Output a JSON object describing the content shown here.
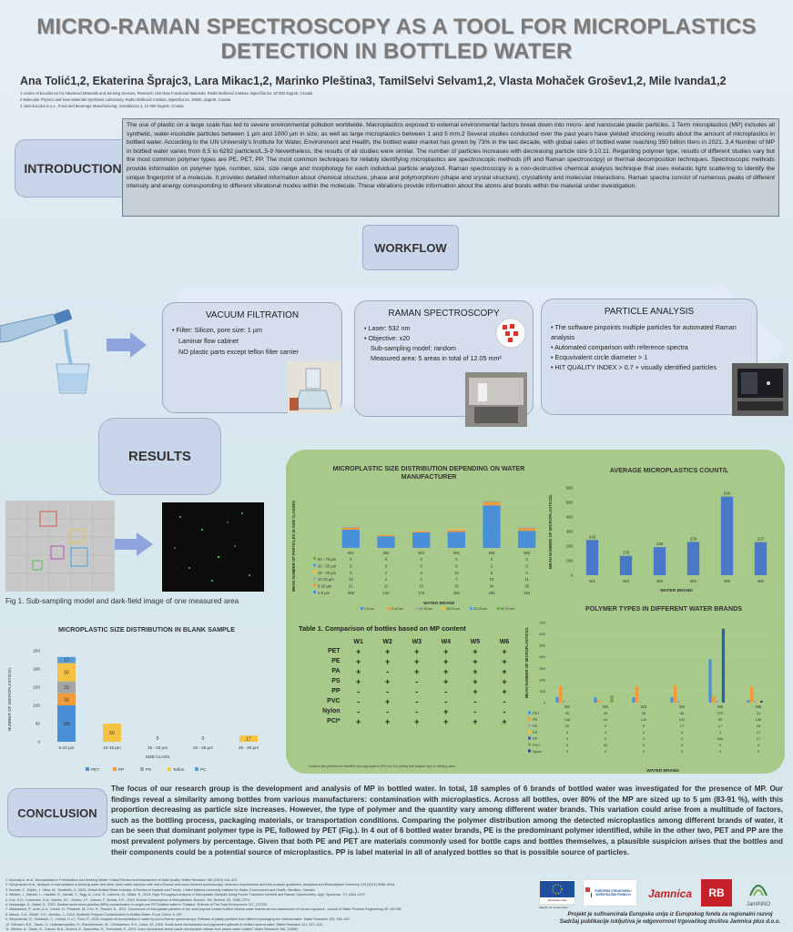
{
  "header": {
    "title_line1": "MICRO-RAMAN SPECTROSCOPY AS A TOOL FOR MICROPLASTICS",
    "title_line2": "DETECTION IN BOTTLED WATER",
    "authors": "Ana Tolić1,2, Ekaterina Šprajc3, Lara Mikac1,2, Marinko Pleština3, TamilSelvi Selvam1,2, Vlasta Mohaček Grošev1,2, Mile Ivanda1,2",
    "affiliations": [
      "1 Center of Excellence for Advanced Materials and Sensing Devices, Research Unit New Functional Materials, Ruđer Bošković Institute, Bijenička 54, 10 000 Zagreb, Croatia",
      "2 Molecular Physics and New Materials Synthesis Laboratory, Ruđer Bošković Institute, Bijenička 54, 10000, Zagreb, Croatia",
      "3 Jamnica plus d.o.o., Food and Beverage Manufacturing, Getaldićeva 3, 10 000 Zagreb, Croatia"
    ]
  },
  "sections": {
    "introduction": "INTRODUCTION",
    "workflow": "WORKFLOW",
    "results": "RESULTS",
    "conclusion": "CONCLUSION"
  },
  "introduction_text": "The use of plastic on a large scale has led to severe environmental pollution worldwide. Macroplastics exposed to external environmental factors break down into micro- and nanoscale plastic particles. 1 Term microplastics (MP) includes all synthetic, water-insoluble particles between 1 µm and 1000 µm in size, as well as large microplastics between 1 and 5 mm.2 Several studies conducted over the past years have yielded shocking results about the amount of microplastics in bottled water. According to the UN University's Institute for Water, Environment and Health, the bottled water market has grown by 73% in the last decade, with global sales of bottled water reaching 350 billion liters in 2021. 3,4 Number of MP in bottled water varies from 8.5 to 6292 particles/L.5-9 Nevertheless, the results of all studies were similar. The number of particles increases with decreasing particle size 9,10,11. Regarding polymer type, results of different studies vary but the most common polymer types are PE, PET, PP. The most common techniques for reliably identifying microplastics are spectroscopic methods (IR and Raman spectroscopy) or thermal decomposition techniques. Spectroscopic methods provide information on polymer type, number, size, size range and morphology for each individual particle analyzed. Raman spectroscopy is a non-destructive chemical analysis technique that uses inelastic light scattering to identify the unique fingerprint of a molecule. It provides detailed information about chemical structure, phase and polymorphism (shape and crystal structure), crystallinity and molecular interactions. Raman spectra consist of numerous peaks of different intensity and energy corresponding to different vibrational modes within the molecule. These vibrations provide information about the atoms and bonds within the material under investigation.",
  "workflow": {
    "vacuum": {
      "title": "VACUUM FILTRATION",
      "items": [
        "Filter: Silicon, pore size: 1 µm",
        "Laminar flow cabinet",
        "NO plastic parts except teflon filter carrier"
      ]
    },
    "raman": {
      "title": "RAMAN SPECTROSCOPY",
      "items": [
        "Laser: 532 nm",
        "Objective: x20",
        "Sub-sampling model: random",
        "Measured area: 5 areas in total of 12.05 mm²"
      ]
    },
    "particle": {
      "title": "PARTICLE ANALYSIS",
      "items": [
        "The software pinpoints multiple particles for automated Raman analysis",
        "Automated comparison with reference spectra",
        "Ecquvivalent circle diameter > 1",
        "HIT QUALITY INDEX > 0.7 + visually identified particles"
      ]
    }
  },
  "fig1_caption": "Fig 1. Sub-sampling model and dark-field image of one measured area",
  "chart_data": [
    {
      "type": "bar",
      "title": "MICROPLASTIC SIZE DISTRIBUTION DEPENDING ON WATER MANUFACTURER",
      "xlabel": "WATER BRAND",
      "ylabel": "MEAN NUMBER OF PARTICLES IN SIZE CLASSES",
      "categories": [
        "W1",
        "W2",
        "W3",
        "W4",
        "W5",
        "W6"
      ],
      "stacked": true,
      "series": [
        {
          "name": "1-5 µm",
          "color": "#4a90d9",
          "values": [
            208,
            132,
            176,
            182,
            483,
            194
          ]
        },
        {
          "name": "5-10 µm",
          "color": "#f29b38",
          "values": [
            21,
            11,
            13,
            15,
            34,
            28
          ]
        },
        {
          "name": "10-15 µm",
          "color": "#a5a5a5",
          "values": [
            12,
            2,
            2,
            7,
            10,
            11
          ]
        },
        {
          "name": "15-20 µm",
          "color": "#f5c244",
          "values": [
            0,
            2,
            4,
            13,
            5,
            0
          ]
        },
        {
          "name": "20-25 µm",
          "color": "#5b9bd5",
          "values": [
            0,
            0,
            0,
            0,
            2,
            0
          ]
        },
        {
          "name": "60-70 µm",
          "color": "#70ad47",
          "values": [
            0,
            0,
            0,
            0,
            2,
            0
          ]
        }
      ],
      "table_rows": [
        {
          "label": "60 - 70 µm",
          "values": [
            "0",
            "0",
            "0",
            "0",
            "2",
            "0"
          ]
        },
        {
          "label": "20 - 25 µm",
          "values": [
            "0",
            "0",
            "0",
            "0",
            "2",
            "0"
          ]
        },
        {
          "label": "15 - 20 µm",
          "values": [
            "0",
            "2",
            "4",
            "13",
            "5",
            "0"
          ]
        },
        {
          "label": "10-15 µm",
          "values": [
            "12",
            "2",
            "2",
            "7",
            "10",
            "11"
          ]
        },
        {
          "label": "5-10 µm",
          "values": [
            "21",
            "11",
            "13",
            "15",
            "34",
            "28"
          ]
        },
        {
          "label": "1-5 µm",
          "values": [
            "208",
            "132",
            "176",
            "182",
            "483",
            "194"
          ]
        }
      ],
      "legend": [
        "1-5 µm",
        "5-10 µm",
        "10-15 µm",
        "15-20 µm",
        "20-25 µm",
        "60-70 µm"
      ]
    },
    {
      "type": "bar",
      "title": "AVERAGE MICROPLASTICS COUNT/L",
      "xlabel": "WATER BRAND",
      "ylabel": "MEAN NUMBER OF MICROPLASTICS/L",
      "categories": [
        "W1",
        "W2",
        "W3",
        "W4",
        "W5",
        "W6"
      ],
      "values": [
        242,
        133,
        193,
        229,
        540,
        227
      ],
      "ylim": [
        0,
        600
      ],
      "ticks": [
        0,
        100,
        200,
        300,
        400,
        500,
        600
      ]
    },
    {
      "type": "bar",
      "title": "POLYMER TYPES IN DIFFERENT WATER BRANDS",
      "xlabel": "WATER BRAND",
      "ylabel": "MEAN NUMBER OF MICROPLASTICS/L",
      "categories": [
        "W1",
        "W2",
        "W3",
        "W4",
        "W5",
        "W6"
      ],
      "ylim": [
        0,
        700
      ],
      "ticks": [
        0,
        100,
        200,
        300,
        400,
        500,
        600,
        700
      ],
      "series": [
        {
          "name": "PET",
          "color": "#4a90d9",
          "values": [
            50,
            45,
            46,
            46,
            379,
            22
          ]
        },
        {
          "name": "PE",
          "color": "#f29b38",
          "values": [
            146,
            19,
            140,
            153,
            55,
            138
          ]
        },
        {
          "name": "PA",
          "color": "#a5a5a5",
          "values": [
            20,
            0,
            8,
            17,
            17,
            15
          ]
        },
        {
          "name": "PS",
          "color": "#f5c244",
          "values": [
            4,
            4,
            0,
            4,
            2,
            17
          ]
        },
        {
          "name": "PP",
          "color": "#2f5fa7",
          "values": [
            0,
            0,
            0,
            0,
            646,
            17
          ]
        },
        {
          "name": "PVC",
          "color": "#70ad47",
          "values": [
            0,
            63,
            0,
            0,
            0,
            0
          ]
        },
        {
          "name": "Nylon",
          "color": "#264478",
          "values": [
            0,
            0,
            0,
            0,
            0,
            0
          ]
        }
      ]
    },
    {
      "type": "bar",
      "title": "MICROPLASTIC SIZE DISTRIBUTION IN BLANK SAMPLE",
      "xlabel": "SIZE CLASS",
      "ylabel": "NUMBER OF MICROPLASTICS/L",
      "categories": [
        "5-10 µm",
        "10-15 µm",
        "15 - 20 µm",
        "20 - 25 µm",
        "25 - 30 µm"
      ],
      "stacked": true,
      "ylim": [
        0,
        250
      ],
      "ticks": [
        0,
        50,
        100,
        150,
        200,
        250
      ],
      "series": [
        {
          "name": "PET",
          "color": "#4a90d9",
          "values": [
            100,
            0,
            0,
            0,
            0
          ]
        },
        {
          "name": "PP",
          "color": "#f29b38",
          "values": [
            33,
            0,
            0,
            0,
            0
          ]
        },
        {
          "name": "PS",
          "color": "#a5a5a5",
          "values": [
            33,
            0,
            0,
            0,
            0
          ]
        },
        {
          "name": "Teflon",
          "color": "#f5c244",
          "values": [
            50,
            50,
            0,
            0,
            17
          ]
        },
        {
          "name": "PC",
          "color": "#5b9bd5",
          "values": [
            17,
            0,
            0,
            0,
            0
          ]
        }
      ],
      "value_labels": [
        "17",
        "50",
        "33",
        "33",
        "100",
        "0",
        "50",
        "0",
        "0",
        "0",
        "0"
      ]
    }
  ],
  "table1": {
    "title": "Table 1. Comparison of bottles based on MP content",
    "columns": [
      "W1",
      "W2",
      "W3",
      "W4",
      "W5",
      "W6"
    ],
    "rows": [
      {
        "label": "PET",
        "values": [
          "+",
          "+",
          "+",
          "+",
          "+",
          "+"
        ]
      },
      {
        "label": "PE",
        "values": [
          "+",
          "+",
          "+",
          "+",
          "+",
          "+"
        ]
      },
      {
        "label": "PA",
        "values": [
          "+",
          "-",
          "+",
          "+",
          "+",
          "+"
        ]
      },
      {
        "label": "PS",
        "values": [
          "+",
          "+",
          "-",
          "+",
          "+",
          "+"
        ]
      },
      {
        "label": "PP",
        "values": [
          "-",
          "-",
          "-",
          "-",
          "+",
          "+"
        ]
      },
      {
        "label": "PVC",
        "values": [
          "-",
          "+",
          "-",
          "-",
          "-",
          "-"
        ]
      },
      {
        "label": "Nylon",
        "values": [
          "-",
          "-",
          "-",
          "+",
          "-",
          "-"
        ]
      },
      {
        "label": "PCI*",
        "values": [
          "+",
          "+",
          "+",
          "+",
          "+",
          "+"
        ]
      }
    ],
    "footnote": "* polymer-like particles are identified as polypropylene (PCI) but it is unlikely that polymer type in colliding water"
  },
  "conclusion_text": "The focus of our research group is the development and analysis of MP in bottled water. In total, 18 samples of 6 brands of bottled water was investigated for the presence of MP. Our findings reveal a similarity among bottles from various manufacturers: contamination with microplastics. Across all bottles, over 80% of the MP are sized up to 5 µm (83-91 %), with this proportion decreasing as particle size increases.  However, the type of polymer and the quantity vary among different water brands. This variation could arise from a multitude of factors, such as the bottling process, packaging materials, or transportation conditions. Comparing the polymer distribution among the detected microplastics among different brands of water, it can be seen that dominant polymer type is PE, followed by PET (Fig.). In  4 out of 6 bottled water brands, PE is the predominant polymer identified, while in the other two, PET and PP are the most prevalent polymers by percentage. Given that both PE and PET are materials commonly used for bottle caps and bottles themselves, a plausible suspicion arises that the bottles and their components could be a potential source of microplastics. PP is label material in all of analyzed bottles so that is possible source of particles.",
  "references": [
    "1.  Andrady A. et al., Microplastics in Freshwaters and Drinking Water: Critical Review and Assessment of Data Quality, Water Research 155 (2019) 410–422",
    "2.  Schymanski et al., Analysis of microplastics in drinking water and other clean water samples with micro-Raman and micro-infrared spectroscopy: minimum requirements and best practice guidelines, Analytical and Bioanalytical Chemistry 413 (2021) 5969–5994",
    "3.  Bouhlel, Z., Köpke, J., Mina, M., Smakhtin, V., 2023. Global Bottled Water Industry: A Review of Impacts and Trends. United Nations University Institute for Water, Environment and Health, Hamilton, Canada.",
    "4.  Winkler, J., Belnich, L., Hasther, R., Kanaki, T., Tagg, A., Lenz, R., Labrenz, M., Müller, E., 2019. High-Throughput Analysis of Microplastic Samples Using Fourier Transform Infrared and Raman Spectrometry. Appl. Spectrosc. 74, 1180–1197.",
    "5.  Cox, K.D., Covernton, G.A., Davies, H.L., Dower, J.F., Juanes, F., Dudas, S.E., 2019. Human Consumption of Microplastics. Environ. Sci. Technol. 53, 7068–7074.",
    "6.  Kankanige, D., Babel, S., 2020. Smaller-sized micro-plastics (MPs) contamination in single-use PET-bottled water in Thailand. Science of The Total Environment 717, 137232.",
    "7.  Makhdoumi, P., Amin, A.A., Karimi, H., Pirsaheb, M., Kim, H., Hossini, H., 2021. Occurrence of microplastic particles in the most popular Iranian bottled mineral water brands and an assessment of human exposure. Journal of Water Process Engineering 39, 101708.",
    "8.  Mason, S.A., Welch, V.G., Neratko, J., 2018. Synthetic Polymer Contamination in Bottled Water. Front. Chem. 6, 407.",
    "9.  Schymanski, D., Goldbeck, C., Humpf, H.-U., Furst, P., 2018. Analysis of microplastics in water by micro-Raman spectroscopy: Release of plastic particles from different packaging into mineral water. Water Research 129, 154–162.",
    "10. Oßmann, B.E., Sarau, G., Holtmannspötter, H., Pischetsrieder, M., Christiansen, S.H., Dicke, W., 2018. Small-sized microplastics and pigmented particles in bottled mineral water. Water Research 141, 307–316.",
    "11. Winkler, A., Santo, N., Ortenzi, M.A., Bolzoni, E., Bacchetta, R., Tremolada, P., 2019. Does mechanical stress cause microplastic release from plastic water bottles? Water Research 166, 115082."
  ],
  "funding_text": [
    "Projekt je sufinancirala Europska unija iz Europskog fonda za regionalni razvoj",
    "Sadržaj publikacije isključiva je odgovornost trgovačkog društva Jamnica plus d.o.o."
  ],
  "logos": {
    "eu": "Europska unija",
    "eu_fund": "Zajedno do fondova EU",
    "esif": "EUROPSKI STRUKTURNI I INVESTICIJSKI FONDOVI",
    "jamnica": "Jamnica",
    "rb": "RB",
    "jamlab": "JamINNO"
  },
  "image_labels": {
    "raman_dots_note": "",
    "monitor": ""
  },
  "colors": {
    "title": "#7a7a7a",
    "green_panel": "#a7c98a",
    "arrow": "#8fa3dc"
  }
}
